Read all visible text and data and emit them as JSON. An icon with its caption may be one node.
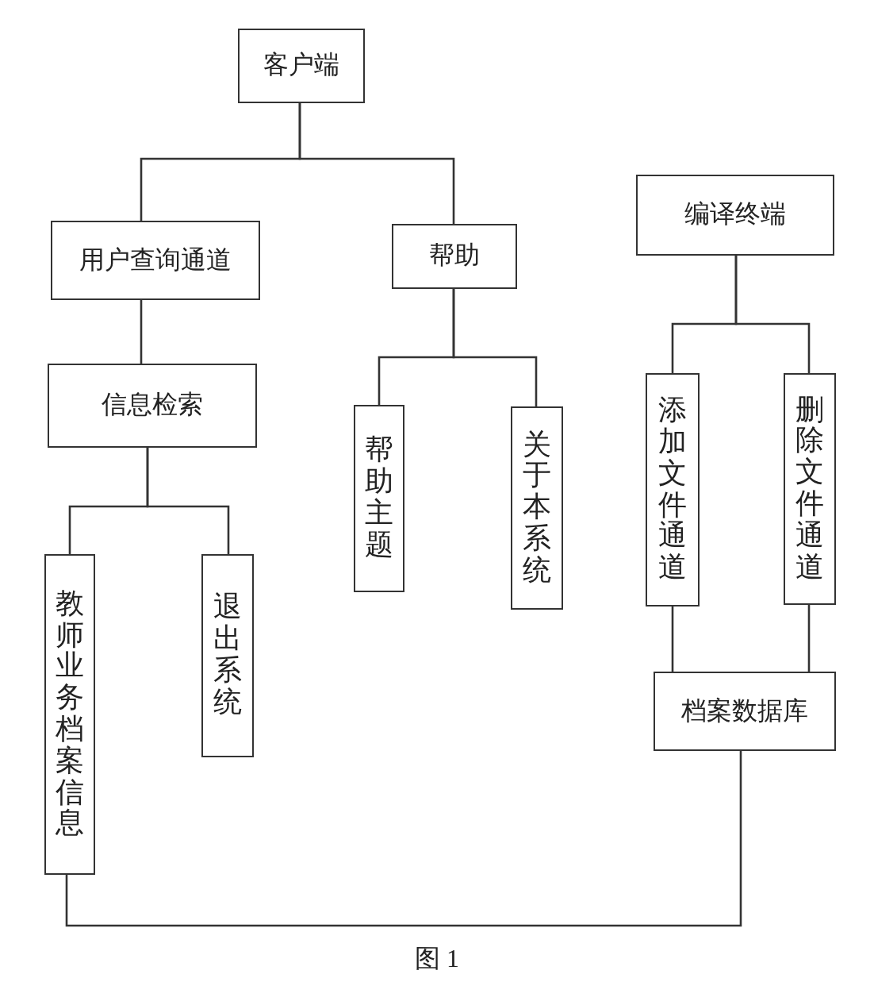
{
  "diagram": {
    "caption": "图 1",
    "nodes": [
      {
        "text": [
          "客户端"
        ]
      },
      {
        "text": [
          "用户查询通道"
        ]
      },
      {
        "text": [
          "帮助"
        ]
      },
      {
        "text": [
          "信息检索"
        ]
      },
      {
        "text": [
          "教师业务档案信息"
        ]
      },
      {
        "text": [
          "退出系统"
        ]
      },
      {
        "text": [
          "帮助主题"
        ]
      },
      {
        "text": [
          "关于本系统"
        ]
      },
      {
        "text": [
          "编译终端"
        ]
      },
      {
        "text": [
          "添加文件通道"
        ]
      },
      {
        "text": [
          "删除文件通道"
        ]
      },
      {
        "text": [
          "档案数据库"
        ]
      }
    ],
    "edges": [
      {
        "from": 0,
        "to": 1,
        "arrow": "none"
      },
      {
        "from": 0,
        "to": 2,
        "arrow": "none"
      },
      {
        "from": 1,
        "to": 3,
        "arrow": "none"
      },
      {
        "from": 3,
        "to": 4,
        "arrow": "none"
      },
      {
        "from": 3,
        "to": 5,
        "arrow": "none"
      },
      {
        "from": 2,
        "to": 6,
        "arrow": "none"
      },
      {
        "from": 2,
        "to": 7,
        "arrow": "none"
      },
      {
        "from": 8,
        "to": 9,
        "arrow": "none"
      },
      {
        "from": 8,
        "to": 10,
        "arrow": "none"
      },
      {
        "from": 9,
        "to": 11,
        "arrow": "none"
      },
      {
        "from": 10,
        "to": 11,
        "arrow": "none"
      },
      {
        "from": 11,
        "to": 4,
        "arrow": "none"
      }
    ]
  }
}
